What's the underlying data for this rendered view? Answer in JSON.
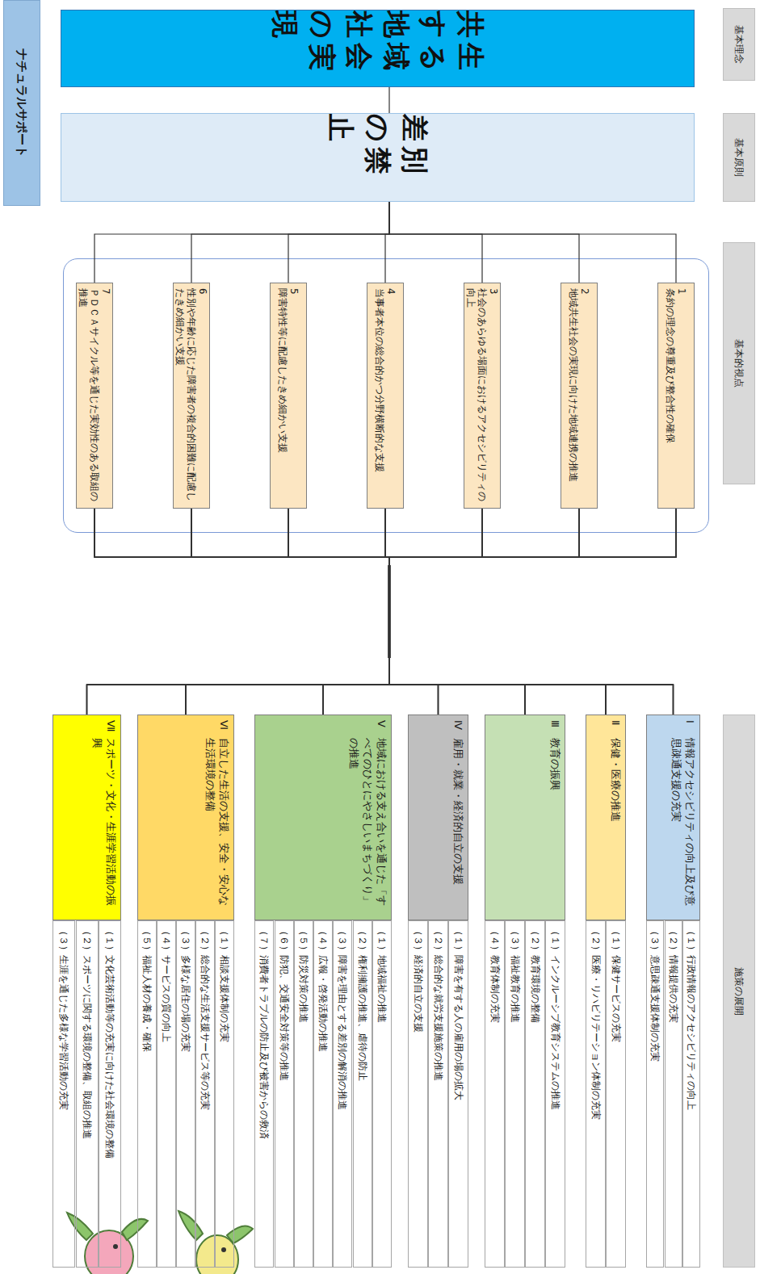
{
  "diagram": {
    "nodes": [
      {
        "text": [
          "基本理念"
        ]
      },
      {
        "text": [
          "基本原則"
        ]
      },
      {
        "text": [
          "基本的視点"
        ]
      },
      {
        "text": [
          "施策の展開"
        ]
      },
      {
        "text": [
          "共生する地域社会の実現"
        ]
      },
      {
        "text": [
          "差別の禁止"
        ]
      },
      {
        "text": [
          "1",
          "条約の理念の尊重及び整合性の確保"
        ]
      },
      {
        "text": [
          "2",
          "地域共生社会の実現に向けた地域連携の推進"
        ]
      },
      {
        "text": [
          "3",
          "社会のあらゆる場面におけるアクセシビリティの向上"
        ]
      },
      {
        "text": [
          "4",
          "当事者本位の総合的かつ分野横断的な支援"
        ]
      },
      {
        "text": [
          "5",
          "障害特性等に配慮したきめ細かい支援"
        ]
      },
      {
        "text": [
          "6",
          "性別や年齢に応じた障害者の複合的困難に配慮したきめ細かい支援"
        ]
      },
      {
        "text": [
          "7",
          "ＰＤＣＡサイクル等を通じた実効性のある取組の推進"
        ]
      },
      {
        "text": [
          "Ⅰ",
          "情報アクセシビリティの向上及び意思疎通支援の充実"
        ]
      },
      {
        "text": [
          "（１）行政情報のアクセシビリティの向上"
        ]
      },
      {
        "text": [
          "（２）情報提供の充実"
        ]
      },
      {
        "text": [
          "（３）意思疎通支援体制の充実"
        ]
      },
      {
        "text": [
          "Ⅱ",
          "保健・医療の推進"
        ]
      },
      {
        "text": [
          "（１）保健サービスの充実"
        ]
      },
      {
        "text": [
          "（２）医療・リハビリテーション体制の充実"
        ]
      },
      {
        "text": [
          "Ⅲ",
          "教育の振興"
        ]
      },
      {
        "text": [
          "（１）インクルーシブ教育システムの推進"
        ]
      },
      {
        "text": [
          "（２）教育環境の整備"
        ]
      },
      {
        "text": [
          "（３）福祉教育の推進"
        ]
      },
      {
        "text": [
          "（４）教育体制の充実"
        ]
      },
      {
        "text": [
          "Ⅳ",
          "雇用・就業・経済的自立の支援"
        ]
      },
      {
        "text": [
          "（１）障害を有する人の雇用の場の拡大"
        ]
      },
      {
        "text": [
          "（２）総合的な就労支援施策の推進"
        ]
      },
      {
        "text": [
          "（３）経済的自立の支援"
        ]
      },
      {
        "text": [
          "Ⅴ",
          "地域における支え合いを通じた「すべてのひとにやさしいまちづくり」の推進"
        ]
      },
      {
        "text": [
          "（１）地域福祉の推進"
        ]
      },
      {
        "text": [
          "（２）権利擁護の推進、虐待の防止"
        ]
      },
      {
        "text": [
          "（３）障害を理由とする差別の解消の推進"
        ]
      },
      {
        "text": [
          "（４）広報・啓発活動の推進"
        ]
      },
      {
        "text": [
          "（５）防災対策の推進"
        ]
      },
      {
        "text": [
          "（６）防犯、交通安全対策等の推進"
        ]
      },
      {
        "text": [
          "（７）消費者トラブルの防止及び被害からの救済"
        ]
      },
      {
        "text": [
          "Ⅵ",
          "自立した生活の支援、安全・安心な生活環境の整備"
        ]
      },
      {
        "text": [
          "（１）相談支援体制の充実"
        ]
      },
      {
        "text": [
          "（２）総合的な生活支援サービス等の充実"
        ]
      },
      {
        "text": [
          "（３）多様な居住の場の充実"
        ]
      },
      {
        "text": [
          "（４）サービスの質の向上"
        ]
      },
      {
        "text": [
          "（５）福祉人材の養成・確保"
        ]
      },
      {
        "text": [
          "Ⅶ",
          "スポーツ・文化・生涯学習活動の振興"
        ]
      },
      {
        "text": [
          "（１）文化芸術活動等の充実に向けた社会環境の整備"
        ]
      },
      {
        "text": [
          "（２）スポーツに関する環境の整備、取組の推進"
        ]
      },
      {
        "text": [
          "（３）生涯を通じた多様な学習活動の充実"
        ]
      },
      {
        "text": [
          "ナチュラルサポート"
        ]
      }
    ],
    "edges": [
      {
        "from": 4,
        "to": 5,
        "arrow": "none"
      },
      {
        "from": 5,
        "to": 6,
        "arrow": "none"
      },
      {
        "from": 5,
        "to": 7,
        "arrow": "none"
      },
      {
        "from": 5,
        "to": 8,
        "arrow": "none"
      },
      {
        "from": 5,
        "to": 9,
        "arrow": "none"
      },
      {
        "from": 5,
        "to": 10,
        "arrow": "none"
      },
      {
        "from": 5,
        "to": 11,
        "arrow": "none"
      },
      {
        "from": 5,
        "to": 12,
        "arrow": "none"
      },
      {
        "from": 6,
        "to": 13,
        "arrow": "none"
      },
      {
        "from": 6,
        "to": 17,
        "arrow": "none"
      },
      {
        "from": 6,
        "to": 20,
        "arrow": "none"
      },
      {
        "from": 6,
        "to": 25,
        "arrow": "none"
      },
      {
        "from": 6,
        "to": 29,
        "arrow": "none"
      },
      {
        "from": 6,
        "to": 37,
        "arrow": "none"
      },
      {
        "from": 6,
        "to": 43,
        "arrow": "none"
      },
      {
        "from": 7,
        "to": 13,
        "arrow": "none"
      },
      {
        "from": 7,
        "to": 17,
        "arrow": "none"
      },
      {
        "from": 7,
        "to": 20,
        "arrow": "none"
      },
      {
        "from": 7,
        "to": 25,
        "arrow": "none"
      },
      {
        "from": 7,
        "to": 29,
        "arrow": "none"
      },
      {
        "from": 7,
        "to": 37,
        "arrow": "none"
      },
      {
        "from": 7,
        "to": 43,
        "arrow": "none"
      },
      {
        "from": 8,
        "to": 13,
        "arrow": "none"
      },
      {
        "from": 8,
        "to": 17,
        "arrow": "none"
      },
      {
        "from": 8,
        "to": 20,
        "arrow": "none"
      },
      {
        "from": 8,
        "to": 25,
        "arrow": "none"
      },
      {
        "from": 8,
        "to": 29,
        "arrow": "none"
      },
      {
        "from": 8,
        "to": 37,
        "arrow": "none"
      },
      {
        "from": 8,
        "to": 43,
        "arrow": "none"
      },
      {
        "from": 9,
        "to": 13,
        "arrow": "none"
      },
      {
        "from": 9,
        "to": 17,
        "arrow": "none"
      },
      {
        "from": 9,
        "to": 20,
        "arrow": "none"
      },
      {
        "from": 9,
        "to": 25,
        "arrow": "none"
      },
      {
        "from": 9,
        "to": 29,
        "arrow": "none"
      },
      {
        "from": 9,
        "to": 37,
        "arrow": "none"
      },
      {
        "from": 9,
        "to": 43,
        "arrow": "none"
      },
      {
        "from": 10,
        "to": 13,
        "arrow": "none"
      },
      {
        "from": 10,
        "to": 17,
        "arrow": "none"
      },
      {
        "from": 10,
        "to": 20,
        "arrow": "none"
      },
      {
        "from": 10,
        "to": 25,
        "arrow": "none"
      },
      {
        "from": 10,
        "to": 29,
        "arrow": "none"
      },
      {
        "from": 10,
        "to": 37,
        "arrow": "none"
      },
      {
        "from": 10,
        "to": 43,
        "arrow": "none"
      },
      {
        "from": 11,
        "to": 13,
        "arrow": "none"
      },
      {
        "from": 11,
        "to": 17,
        "arrow": "none"
      },
      {
        "from": 11,
        "to": 20,
        "arrow": "none"
      },
      {
        "from": 11,
        "to": 25,
        "arrow": "none"
      },
      {
        "from": 11,
        "to": 29,
        "arrow": "none"
      },
      {
        "from": 11,
        "to": 37,
        "arrow": "none"
      },
      {
        "from": 11,
        "to": 43,
        "arrow": "none"
      },
      {
        "from": 12,
        "to": 13,
        "arrow": "none"
      },
      {
        "from": 12,
        "to": 17,
        "arrow": "none"
      },
      {
        "from": 12,
        "to": 20,
        "arrow": "none"
      },
      {
        "from": 12,
        "to": 25,
        "arrow": "none"
      },
      {
        "from": 12,
        "to": 29,
        "arrow": "none"
      },
      {
        "from": 12,
        "to": 37,
        "arrow": "none"
      },
      {
        "from": 12,
        "to": 43,
        "arrow": "none"
      }
    ]
  }
}
